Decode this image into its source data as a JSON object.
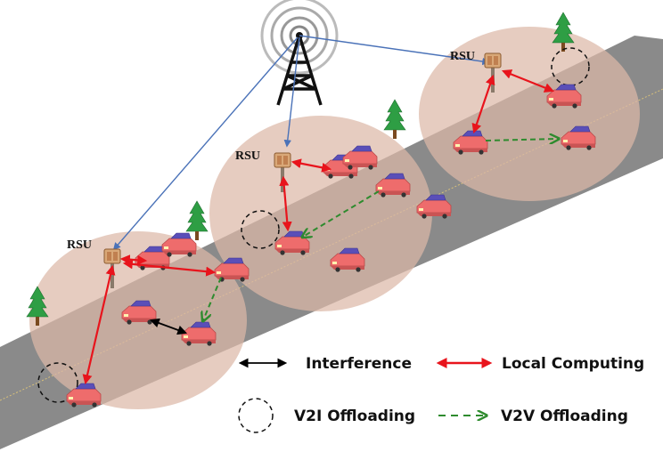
{
  "rsu_labels": [
    "RSU",
    "RSU",
    "RSU"
  ],
  "legend": {
    "interference": "Interference",
    "local_computing": "Local Computing",
    "v2i_offloading": "V2I Offloading",
    "v2v_offloading": "V2V Offloading"
  },
  "colors": {
    "road": "#8a8a8a",
    "coverage": "#dcb8a8",
    "car_body": "#ee6c6c",
    "car_roof": "#5a4fb8",
    "interference_arrow": "#000000",
    "local_computing_arrow": "#e8141c",
    "v2v_arrow": "#2e8b2e",
    "backhaul_link": "#4a72b8",
    "tree": "#2e9e44"
  }
}
